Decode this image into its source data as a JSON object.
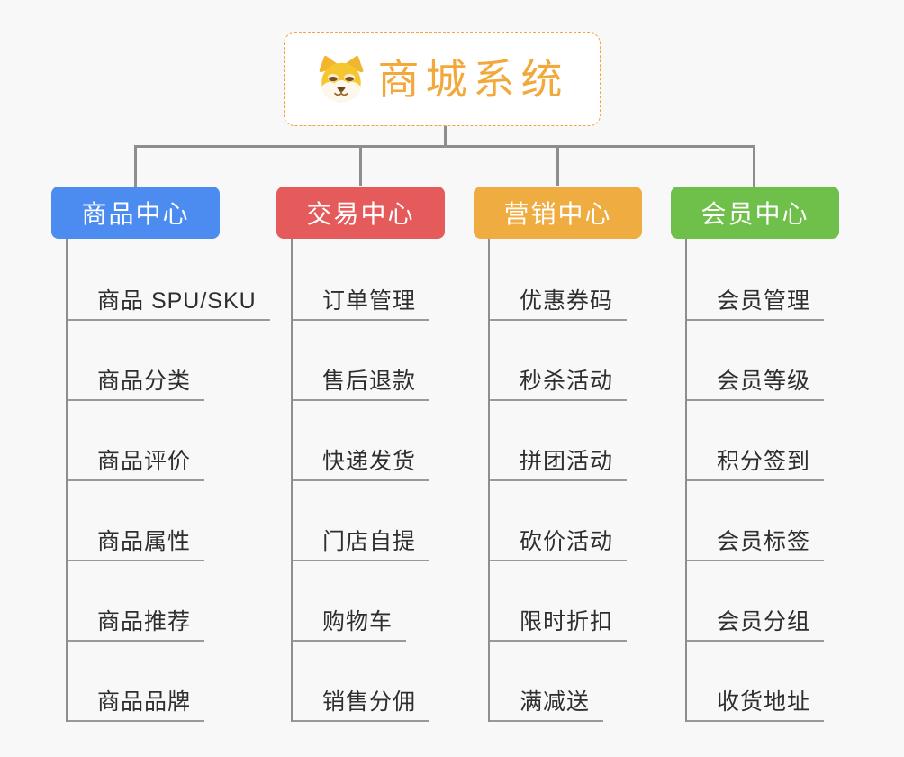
{
  "root": {
    "label": "商城系统",
    "icon": "shiba-dog-icon",
    "text_color": "#F2A93C",
    "border_color": "#F0A63C"
  },
  "colors": {
    "background": "#F8F8F8",
    "connector": "#8E8E8E",
    "underline": "#999999",
    "item_text": "#2E2E2E"
  },
  "branches": [
    {
      "label": "商品中心",
      "color": "#4C8BF0",
      "items": [
        "商品 SPU/SKU",
        "商品分类",
        "商品评价",
        "商品属性",
        "商品推荐",
        "商品品牌"
      ]
    },
    {
      "label": "交易中心",
      "color": "#E55B5B",
      "items": [
        "订单管理",
        "售后退款",
        "快递发货",
        "门店自提",
        "购物车",
        "销售分佣"
      ]
    },
    {
      "label": "营销中心",
      "color": "#EFAC41",
      "items": [
        "优惠券码",
        "秒杀活动",
        "拼团活动",
        "砍价活动",
        "限时折扣",
        "满减送"
      ]
    },
    {
      "label": "会员中心",
      "color": "#6EC04A",
      "items": [
        "会员管理",
        "会员等级",
        "积分签到",
        "会员标签",
        "会员分组",
        "收货地址"
      ]
    }
  ]
}
